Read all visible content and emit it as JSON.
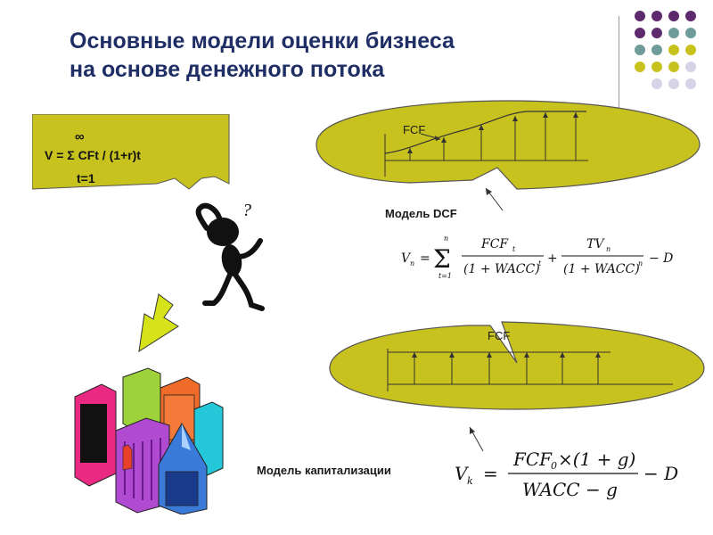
{
  "slide": {
    "title_line1": "Основные модели оценки бизнеса",
    "title_line2": "на основе денежного потока"
  },
  "formula_box": {
    "infinity": "∞",
    "line1": "V = Σ CFt / (1+r)t",
    "line2": "t=1",
    "fill": "#c8c21e"
  },
  "dcf": {
    "curve_label": "FCF",
    "model_label": "Модель DCF",
    "formula": {
      "lhs": "V",
      "lhs_sub": "n",
      "sum_top": "n",
      "sum_bottom": "t=1",
      "num1": "FCF",
      "num1_sub": "t",
      "den1": "(1 + WACC)",
      "den1_sup": "t",
      "num2": "TV",
      "num2_sub": "n",
      "den2": "(1 + WACC)",
      "den2_sup": "n",
      "tail": "− D"
    }
  },
  "cap": {
    "curve_label": "FCF",
    "model_label": "Модель капитализации",
    "formula": {
      "lhs": "V",
      "lhs_sub": "k",
      "numerator": "FCF",
      "num_sub": "0",
      "num_tail": "×(1 + g)",
      "denominator": "WACC − g",
      "tail": "− D"
    }
  },
  "question_mark": "?",
  "colors": {
    "title": "#1f2f66",
    "ellipse_fill": "#c8c21e",
    "purple_dot": "#5e2a6e",
    "teal_dot": "#6f9c9a",
    "olive_dot": "#c8c21e",
    "lavender_dot": "#d6d3e6"
  }
}
